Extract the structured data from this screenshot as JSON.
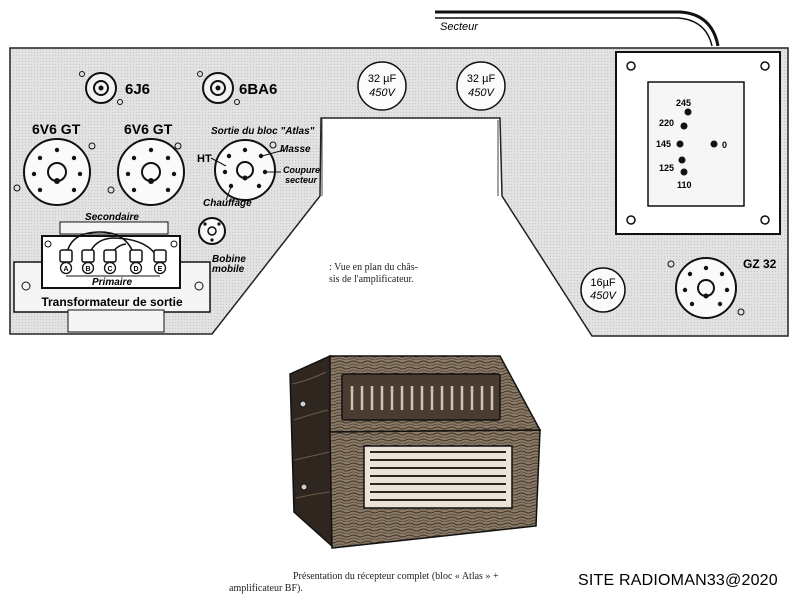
{
  "labels": {
    "secteur": "Secteur",
    "tube_6j6": "6J6",
    "tube_6ba6": "6BA6",
    "cap1_value": "32 µF",
    "cap1_voltage": "450V",
    "cap2_value": "32 µF",
    "cap2_voltage": "450V",
    "tube_6v6_left": "6V6 GT",
    "tube_6v6_right": "6V6 GT",
    "sortie_bloc": "Sortie du bloc \"Atlas\"",
    "masse": "Masse",
    "ht": "HT",
    "coupure": "Coupure",
    "secteur_small": "secteur",
    "chauffage": "Chauffage",
    "secondaire": "Secondaire",
    "primaire": "Primaire",
    "term_a": "A",
    "term_b": "B",
    "term_c": "C",
    "term_d": "D",
    "term_e": "E",
    "bobine": "Bobine",
    "mobile": "mobile",
    "transformateur": "Transformateur de sortie",
    "cap3_value": "16µF",
    "cap3_voltage": "450V",
    "tube_gz32": "GZ 32",
    "tap_245": "245",
    "tap_220": "220",
    "tap_145": "145",
    "tap_125": "125",
    "tap_110": "110",
    "tap_0": "0"
  },
  "captions": {
    "chassis_line1": ": Vue en plan du châs-",
    "chassis_line2": "sis de l'amplificateur.",
    "receiver_line1": "Présentation du récepteur complet (bloc « Atlas » +",
    "receiver_line2": "amplificateur BF)."
  },
  "watermark": "SITE RADIOMAN33@2020",
  "colors": {
    "ink": "#111111",
    "plate": "#dcdcdc",
    "wood": "#6b5a48"
  }
}
